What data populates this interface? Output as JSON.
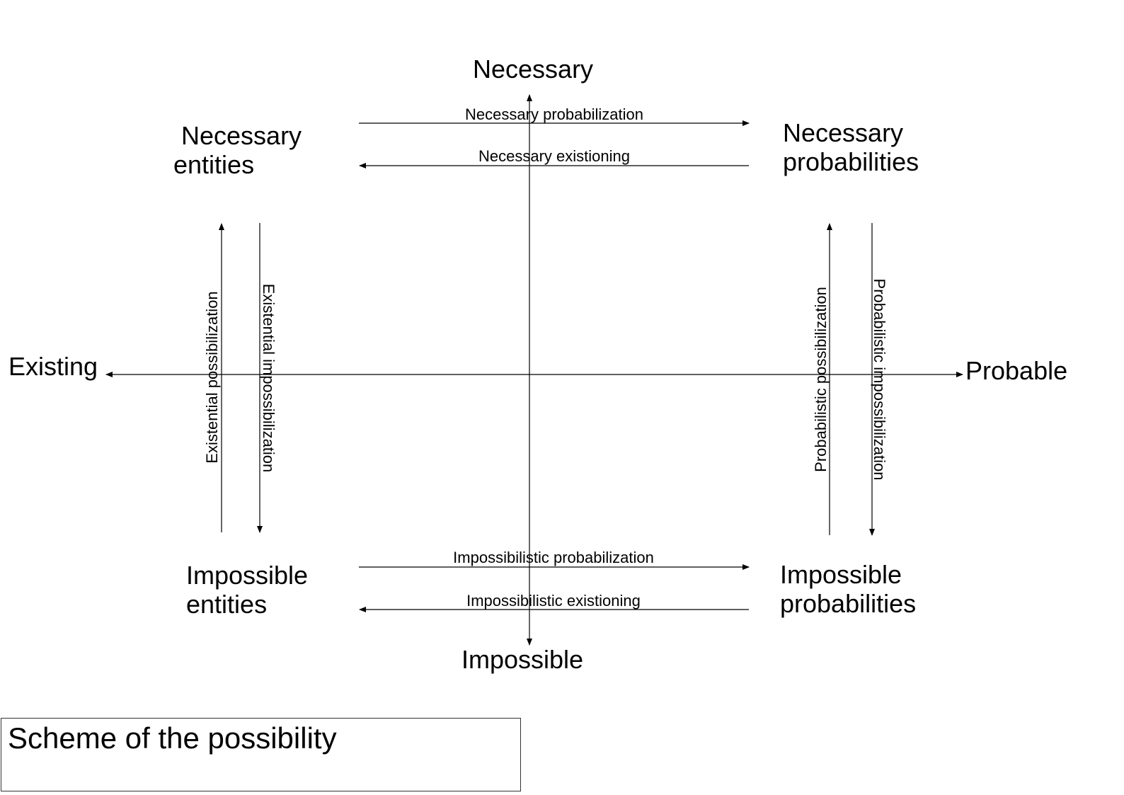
{
  "axes": {
    "top": "Necessary",
    "bottom": "Impossible",
    "left": "Existing",
    "right": "Probable"
  },
  "quadrants": {
    "top_left": [
      "Necessary",
      "entities"
    ],
    "top_right": [
      "Necessary",
      "probabilities"
    ],
    "bottom_left": [
      "Impossible",
      "entities"
    ],
    "bottom_right": [
      "Impossible",
      "probabilities"
    ]
  },
  "arrows": {
    "top_forward": "Necessary probabilization",
    "top_backward": "Necessary existioning",
    "bottom_forward": "Impossibilistic probabilization",
    "bottom_backward": "Impossibilistic existioning",
    "left_up": "Existential possibilization",
    "left_down": "Existential impossibilization",
    "right_up": "Probabilistic possibilization",
    "right_down": "Probabilistic impossibilization"
  },
  "caption": "Scheme of the possibility",
  "colors": {
    "line": "#000000",
    "text": "#000000",
    "background": "#ffffff"
  }
}
